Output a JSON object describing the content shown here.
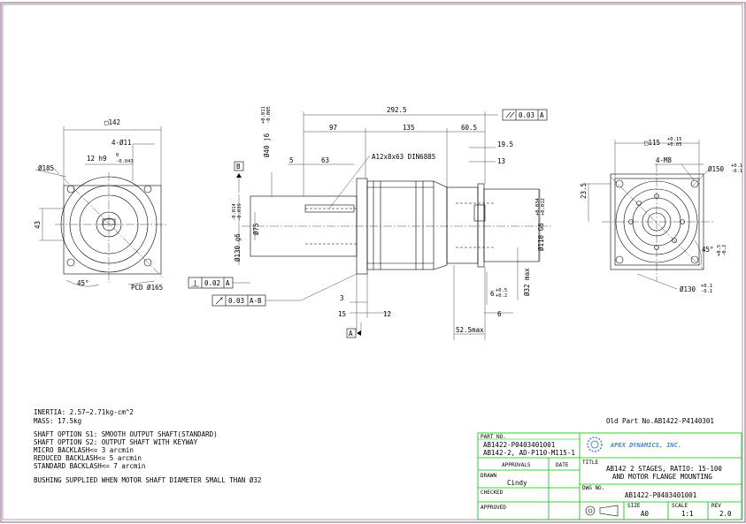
{
  "dims": {
    "sq142": "□142",
    "holes_4x11": "4-Ø11",
    "d185": "Ø185",
    "keyw": "12 h9",
    "keyw_tol_up": "0",
    "keyw_tol_lo": "-0.043",
    "d43": "43",
    "ang45_l": "45°",
    "pcd165": "PCD Ø165",
    "len292": "292.5",
    "len97": "97",
    "len135": "135",
    "len60": "60.5",
    "len19": "19.5",
    "len13": "13",
    "len5": "5",
    "len63": "63",
    "key": "A12x8x63 DIN6885",
    "d40": "Ø40 j6",
    "d40_up": "+0.011",
    "d40_lo": "-0.005",
    "d75": "Ø75",
    "d130": "Ø130 g6",
    "d130_up": "-0.014",
    "d130_lo": "-0.039",
    "d110": "Ø110 G6",
    "d110_up": "+0.034",
    "d110_lo": "+0.012",
    "d32": "Ø32 max",
    "len3": "3",
    "len15": "15",
    "len12": "12",
    "len6": "6",
    "len6_2": "6",
    "len6_up": "+0.5",
    "len6_lo": "+0.2",
    "len52": "52.5max",
    "sq115": "□115",
    "sq115_up": "+0.15",
    "sq115_lo": "+0.05",
    "m8": "4-M8",
    "d150": "Ø150",
    "d150_up": "+0.1",
    "d150_lo": "-0.1",
    "len23": "23.5",
    "ang45_r": "45°",
    "ang45_r_up": "+0.5",
    "ang45_r_lo": "-0.2",
    "d130_r": "Ø130",
    "d130_r_up": "+0.1",
    "d130_r_lo": "-0.1",
    "datum_a": "A",
    "datum_b": "B",
    "tol_par_val": "0.03",
    "tol_par_ref": "A",
    "tol_perp_val": "0.02",
    "tol_perp_ref": "A",
    "tol_run_val": "0.03",
    "tol_run_ref": "A-B"
  },
  "notes": {
    "inertia": "INERTIA:  2.57~2.71kg-cm^2",
    "mass": "MASS: 17.5kg",
    "s1": "SHAFT OPTION S1: SMOOTH OUTPUT SHAFT(STANDARD)",
    "s2": "SHAFT OPTION S2: OUTPUT SHAFT WITH KEYWAY",
    "micro": "MICRO BACKLASH<= 3 arcmin",
    "reduced": "REDUCED BACKLASH<= 5 arcmin",
    "standard": "STANDARD BACKLASH<= 7 arcmin",
    "bushing": "BUSHING SUPPLIED WHEN MOTOR SHAFT DIAMETER SMALL THAN Ø32",
    "old_part": "Old Part No.AB1422-P4140301"
  },
  "title_block": {
    "part_no_label": "PART NO.",
    "part_no_1": "AB1422-P0403401001",
    "part_no_2": "AB142-2, AD-P110-M115-1",
    "approvals": "APPROVALS",
    "date": "DATE",
    "drawn": "DRAWN",
    "drawn_by": "Cindy",
    "checked": "CHECKED",
    "approved": "APPROVED",
    "title_label": "TITLE",
    "title_1": "AB142 2 STAGES, RATIO: 15-100",
    "title_2": "AND MOTOR FLANGE MOUNTING",
    "dwg_label": "DWG NO.",
    "dwg_no": "AB1422-P0403401001",
    "size_label": "SIZE",
    "size": "A0",
    "scale_label": "SCALE",
    "scale": "1:1",
    "rev_label": "REV",
    "rev": "2.0",
    "company": "APEX DYNAMICS, INC."
  },
  "colors": {
    "frame": "#8a5a86",
    "title_block": "#00c000",
    "brand": "#4a88d6"
  }
}
